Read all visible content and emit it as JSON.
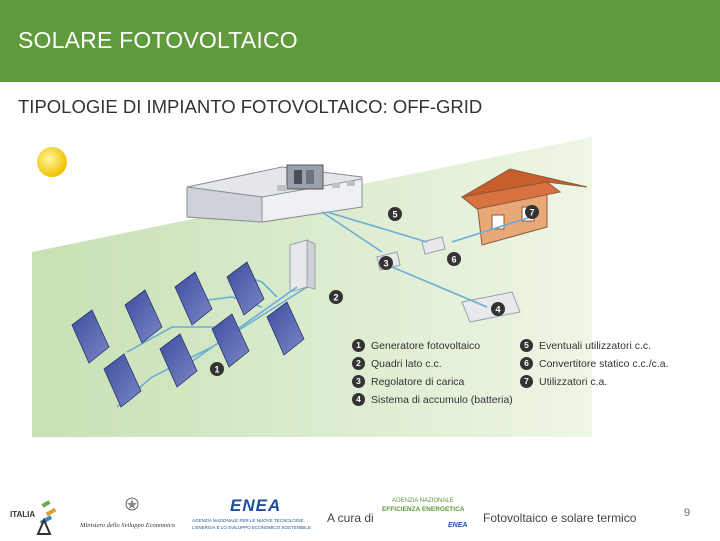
{
  "header": {
    "title": "SOLARE FOTOVOLTAICO",
    "color": "#5f9a3c"
  },
  "subtitle": "TIPOLOGIE DI IMPIANTO FOTOVOLTAICO: OFF-GRID",
  "diagram": {
    "markers": [
      "1",
      "2",
      "3",
      "4",
      "5",
      "6",
      "7"
    ],
    "legend": [
      {
        "num": "1",
        "label": "Generatore fotovoltaico"
      },
      {
        "num": "2",
        "label": "Quadri lato c.c."
      },
      {
        "num": "3",
        "label": "Regolatore di carica"
      },
      {
        "num": "4",
        "label": "Sistema di accumulo (batteria)"
      },
      {
        "num": "5",
        "label": "Eventuali utilizzatori c.c."
      },
      {
        "num": "6",
        "label": "Convertitore statico c.c./c.a."
      },
      {
        "num": "7",
        "label": "Utilizzatori c.a."
      }
    ]
  },
  "footer": {
    "logo_italia": "ITALIA",
    "ministry": "Ministero dello Sviluppo Economico",
    "enea": "ENEA",
    "enea_sub1": "AGENZIA NAZIONALE PER LE NUOVE TECNOLOGIE,",
    "enea_sub2": "L'ENERGIA E LO SVILUPPO ECONOMICO SOSTENIBILE",
    "credit": "A cura di",
    "agency1": "AGENZIA NAZIONALE",
    "agency2": "EFFICIENZA ENERGETICA",
    "agency_brand": "ENEA",
    "topic": "Fotovoltaico e solare termico",
    "page": "9"
  }
}
